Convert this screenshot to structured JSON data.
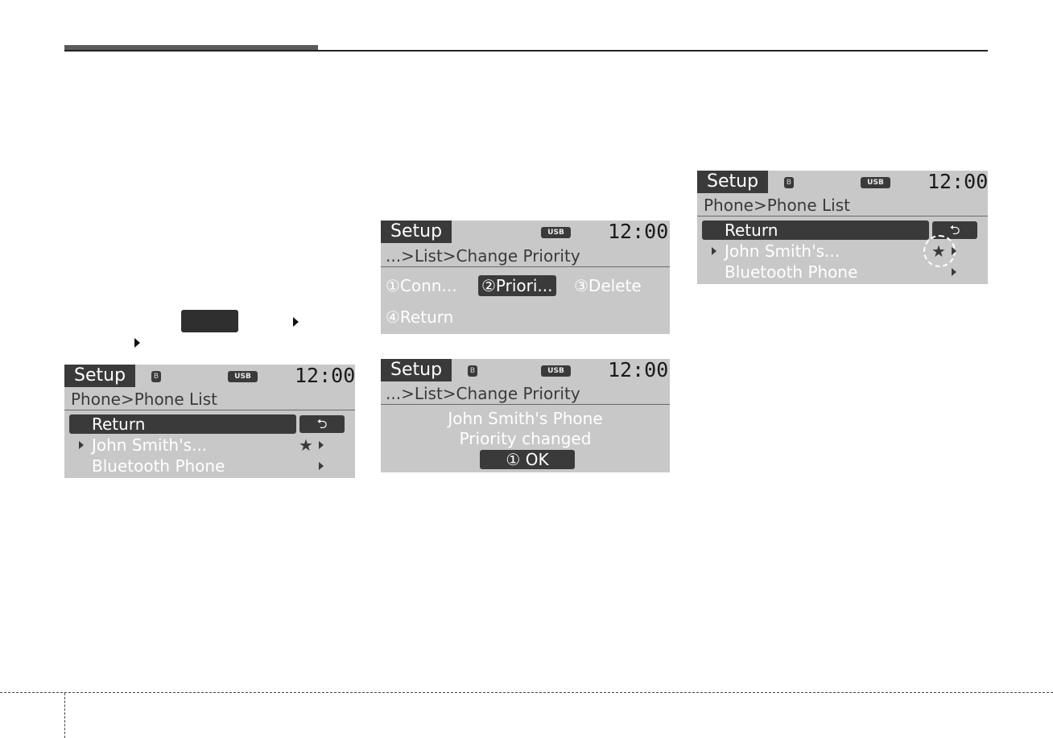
{
  "screens": {
    "common": {
      "setup": "Setup",
      "usb": "USB",
      "bt": "B",
      "clock": "12:00"
    },
    "phone_list": {
      "breadcrumb": "Phone>Phone List",
      "return_label": "Return",
      "return_icon": "⮌",
      "item1": "John Smith's...",
      "item2": "Bluetooth Phone",
      "star": "★"
    },
    "change_priority": {
      "breadcrumb": "...>List>Change Priority",
      "opt1": "①Conn...",
      "opt2": "②Priori...",
      "opt3": "③Delete",
      "opt4": "④Return"
    },
    "priority_changed": {
      "breadcrumb": "...>List>Change Priority",
      "line1": "John Smith's Phone",
      "line2": "Priority changed",
      "ok": "①   OK"
    }
  }
}
